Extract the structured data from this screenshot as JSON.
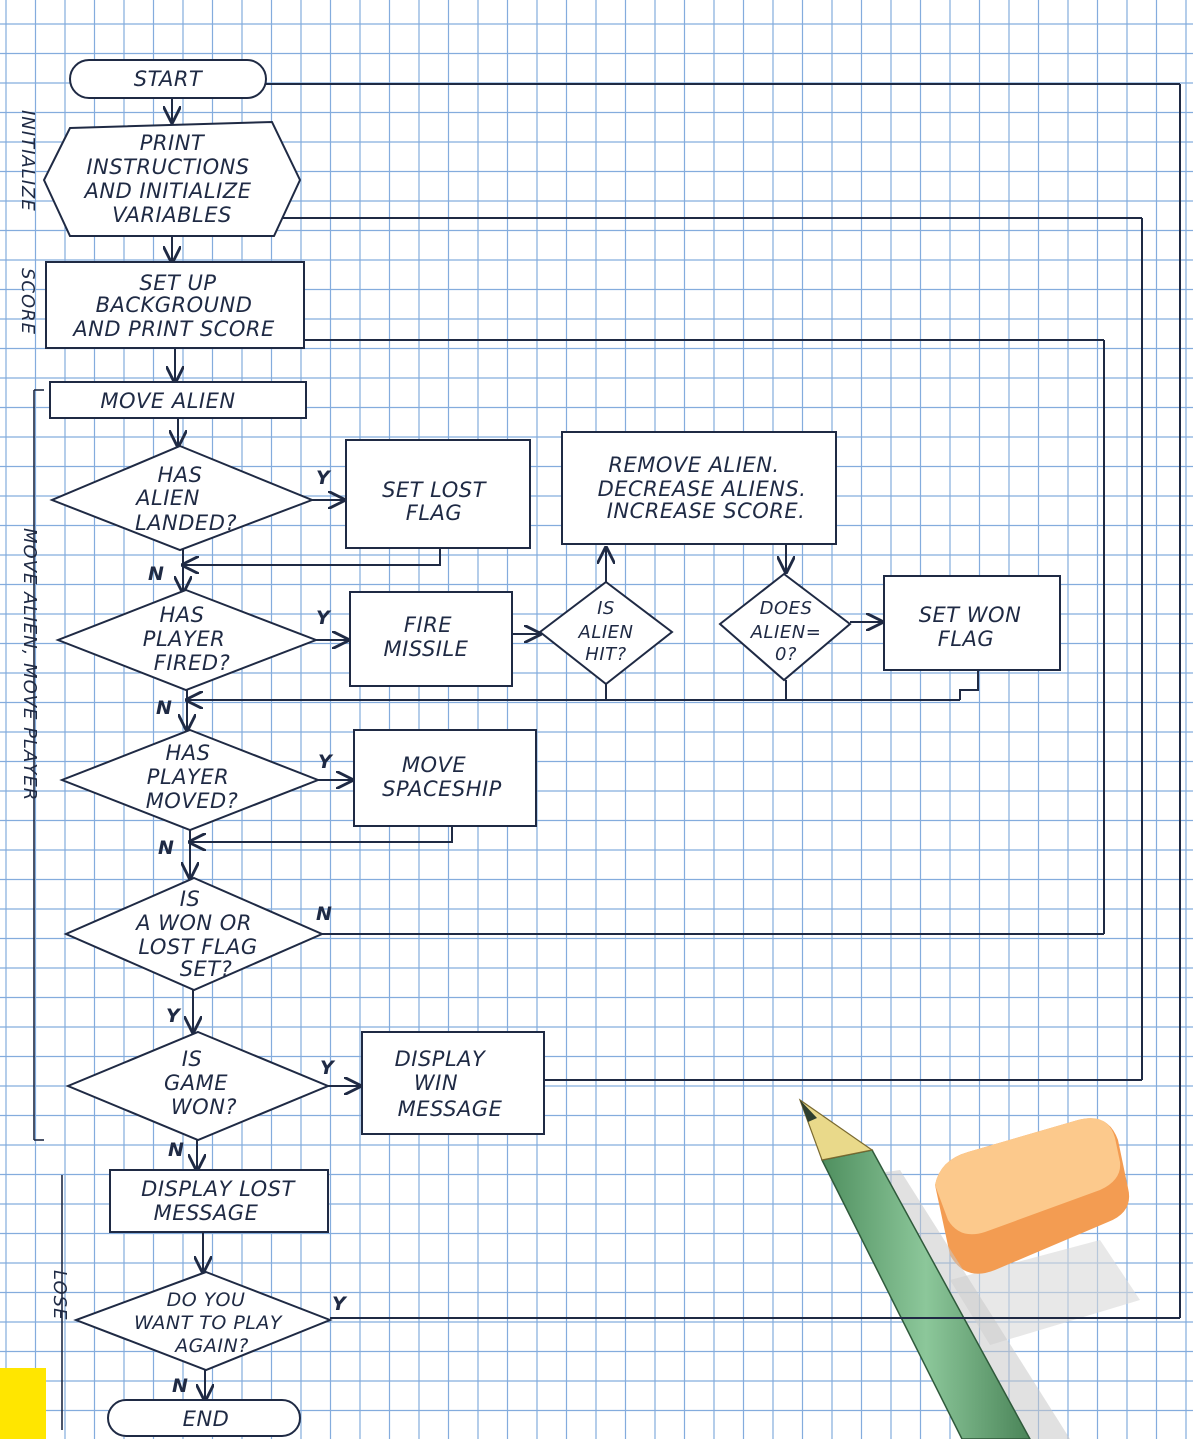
{
  "colors": {
    "paper": "#ffffff",
    "grid": "#6f9ed8",
    "ink": "#1f2a44",
    "pencil_body": "#6fae7c",
    "pencil_tip": "#e9d98a",
    "eraser_top": "#fcc98c",
    "eraser_side": "#f39c52",
    "yellow_tab": "#ffe600"
  },
  "side_labels": {
    "initialize": "INITIALIZE",
    "score": "SCORE",
    "move_section": "MOVE ALIEN, MOVE PLAYER",
    "lose": "LOSE"
  },
  "nodes": {
    "start": "START",
    "print_instructions": [
      "PRINT",
      "INSTRUCTIONS",
      "AND INITIALIZE",
      "VARIABLES"
    ],
    "set_up_background": [
      "SET UP",
      "BACKGROUND",
      "AND PRINT SCORE"
    ],
    "move_alien": "MOVE ALIEN",
    "has_alien_landed": [
      "HAS",
      "ALIEN",
      "LANDED?"
    ],
    "set_lost_flag": [
      "SET LOST",
      "FLAG"
    ],
    "remove_alien": [
      "REMOVE ALIEN.",
      "DECREASE ALIENS.",
      "INCREASE SCORE."
    ],
    "has_player_fired": [
      "HAS",
      "PLAYER",
      "FIRED?"
    ],
    "fire_missile": [
      "FIRE",
      "MISSILE"
    ],
    "is_alien_hit": [
      "IS",
      "ALIEN",
      "HIT?"
    ],
    "does_alien_zero": [
      "DOES",
      "ALIEN=",
      "0?"
    ],
    "set_won_flag": [
      "SET WON",
      "FLAG"
    ],
    "has_player_moved": [
      "HAS",
      "PLAYER",
      "MOVED?"
    ],
    "move_spaceship": [
      "MOVE",
      "SPACESHIP"
    ],
    "is_flag_set": [
      "IS",
      "A WON OR",
      "LOST FLAG",
      "SET?"
    ],
    "is_game_won": [
      "IS",
      "GAME",
      "WON?"
    ],
    "display_win": [
      "DISPLAY",
      "WIN",
      "MESSAGE"
    ],
    "display_lost": [
      "DISPLAY LOST",
      "MESSAGE"
    ],
    "play_again": [
      "DO YOU",
      "WANT TO PLAY",
      "AGAIN?"
    ],
    "end": "END"
  },
  "branch_labels": {
    "landed_y": "Y",
    "landed_n": "N",
    "fired_y": "Y",
    "fired_n": "N",
    "moved_y": "Y",
    "moved_n": "N",
    "flag_n": "N",
    "flag_y": "Y",
    "won_y": "Y",
    "won_n": "N",
    "again_y": "Y",
    "again_n": "N"
  }
}
